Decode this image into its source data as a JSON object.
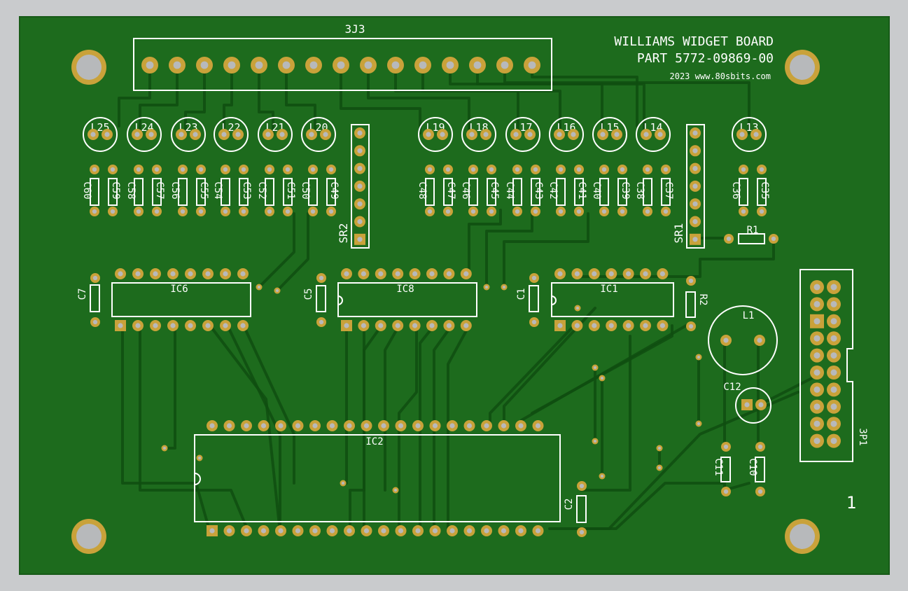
{
  "colors": {
    "background": "#c9cbcd",
    "board": "#1d6b1d",
    "trace": "#0f4d10",
    "copper": "#c9a23a",
    "hole": "#b7b9bb",
    "silkscreen": "#ffffff"
  },
  "board": {
    "title_line1": "WILLIAMS WIDGET BOARD",
    "title_line2": "PART 5772-09869-00",
    "credit": "2023 www.80sbits.com",
    "corner_mark": "1"
  },
  "connectors": {
    "top": {
      "label": "3J3",
      "pins": 15
    },
    "right": {
      "label": "3P1",
      "pins": 20
    }
  },
  "leds": [
    "L25",
    "L24",
    "L23",
    "L22",
    "L21",
    "L20",
    "L19",
    "L18",
    "L17",
    "L16",
    "L15",
    "L14",
    "L13"
  ],
  "capacitor_pairs": [
    [
      "C60",
      "C59"
    ],
    [
      "C58",
      "C57"
    ],
    [
      "C56",
      "C55"
    ],
    [
      "C54",
      "C53"
    ],
    [
      "C52",
      "C51"
    ],
    [
      "C50",
      "C49"
    ],
    [
      "C48",
      "C47"
    ],
    [
      "C46",
      "C45"
    ],
    [
      "C44",
      "C43"
    ],
    [
      "C42",
      "C41"
    ],
    [
      "C40",
      "C39"
    ],
    [
      "C38",
      "C37"
    ],
    [
      "C36",
      "C35"
    ]
  ],
  "resistor_networks": [
    "SR2",
    "SR1"
  ],
  "ics": [
    "IC6",
    "IC8",
    "IC1",
    "IC2"
  ],
  "small_caps": [
    "C7",
    "C5",
    "C1",
    "C2",
    "C11",
    "C10",
    "C12"
  ],
  "resistors": [
    "R1",
    "R2"
  ],
  "inductor": "L1"
}
